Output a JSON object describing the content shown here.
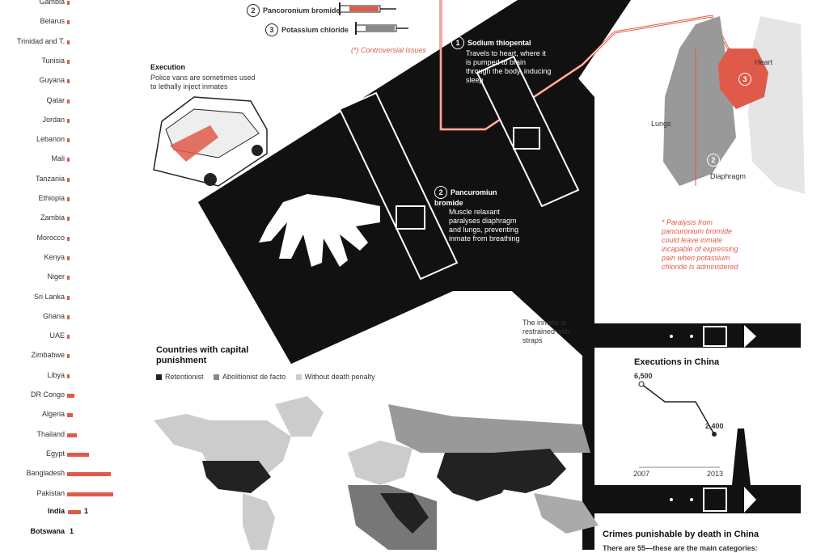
{
  "countries": [
    {
      "name": "Gambia",
      "value": 0.05
    },
    {
      "name": "Belarus",
      "value": 0.05
    },
    {
      "name": "Trinidad and T.",
      "value": 0.05
    },
    {
      "name": "Tunisia",
      "value": 0.05
    },
    {
      "name": "Guyana",
      "value": 0.05
    },
    {
      "name": "Qatar",
      "value": 0.05
    },
    {
      "name": "Jordan",
      "value": 0.05
    },
    {
      "name": "Lebanon",
      "value": 0.05
    },
    {
      "name": "Mali",
      "value": 0.05
    },
    {
      "name": "Tanzania",
      "value": 0.05
    },
    {
      "name": "Ethiopia",
      "value": 0.05
    },
    {
      "name": "Zambia",
      "value": 0.05
    },
    {
      "name": "Morocco",
      "value": 0.05
    },
    {
      "name": "Kenya",
      "value": 0.05
    },
    {
      "name": "Niger",
      "value": 0.05
    },
    {
      "name": "Sri Lanka",
      "value": 0.05
    },
    {
      "name": "Ghana",
      "value": 0.05
    },
    {
      "name": "UAE",
      "value": 0.05
    },
    {
      "name": "Zimbabwe",
      "value": 0.05
    },
    {
      "name": "Libya",
      "value": 0.05
    },
    {
      "name": "DR Congo",
      "value": 0.15
    },
    {
      "name": "Algeria",
      "value": 0.12
    },
    {
      "name": "Thailand",
      "value": 0.2
    },
    {
      "name": "Egypt",
      "value": 0.45
    },
    {
      "name": "Bangladesh",
      "value": 0.9
    },
    {
      "name": "Pakistan",
      "value": 0.95
    }
  ],
  "india": {
    "name": "India",
    "value_label": "1"
  },
  "botswana": {
    "name": "Botswana",
    "value_label": "1"
  },
  "drugs": {
    "item2_num": "2",
    "item2": "Pancoronium bromide",
    "item3_num": "3",
    "item3": "Potassium chloride",
    "note": "(*) Controversial issues"
  },
  "execution": {
    "title": "Execution",
    "text": "Police vans are sometimes used to lethally inject inmates"
  },
  "sodium": {
    "num": "1",
    "title": "Sodium thiopental",
    "text": "Travels to heart, where it is pumped to brain through the body, inducing sleep"
  },
  "pancuronium": {
    "num": "2",
    "title": "Pancuromiun bromide",
    "text": "Muscle relaxant paralyses diaphragm and lungs, preventing inmate from breathing"
  },
  "body": {
    "lungs": "Lungs",
    "heart": "Heart",
    "heart_num": "3",
    "diaphragm_num": "2",
    "diaphragm": "Diaphragm"
  },
  "paralysis_note": "* Paralysis from pancuronium bromide could leave inmate incapable of expressing pain when potassium chloride is administered",
  "restrained": "The inmate is restrained with straps",
  "map": {
    "title": "Countries with capital punishment",
    "legend": [
      "Retentionist",
      "Abolitionist de facto",
      "Without death penalty"
    ],
    "colors": [
      "#222222",
      "#888888",
      "#cccccc"
    ]
  },
  "china": {
    "title": "Executions in China",
    "v1": "6,500",
    "v2": "2,400",
    "x1": "2007",
    "x2": "2013"
  },
  "chart_data": {
    "type": "line",
    "title": "Executions in China",
    "x": [
      2007,
      2013
    ],
    "y": [
      6500,
      2400
    ]
  },
  "crimes": {
    "title": "Crimes punishable by death in China",
    "sub": "There are 55—these are the main categories:"
  }
}
